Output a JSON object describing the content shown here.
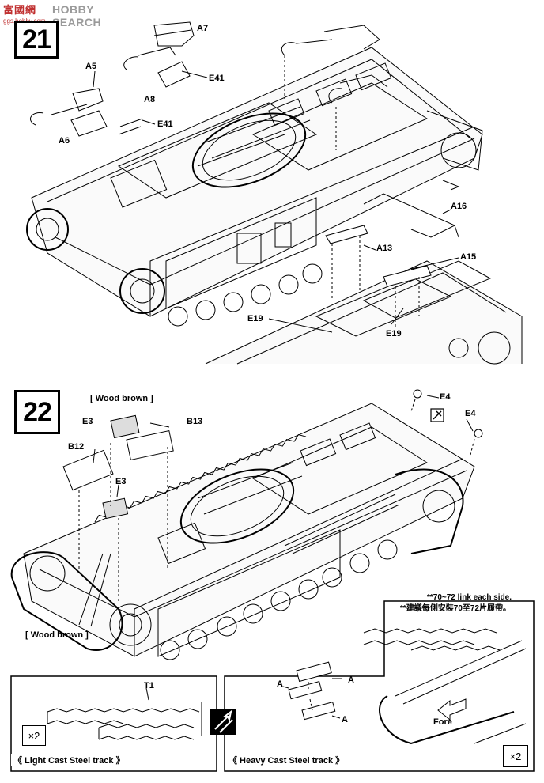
{
  "watermark": {
    "logo": "富國網",
    "brand": "HOBBY SEARCH",
    "url": "ggs.hobby.com"
  },
  "step21": {
    "number": "21",
    "labels": {
      "a7": "A7",
      "a5": "A5",
      "e41_top": "E41",
      "a8": "A8",
      "e41_left": "E41",
      "a6": "A6",
      "a16": "A16",
      "a13": "A13",
      "a15": "A15",
      "e19_left": "E19",
      "e19_right": "E19"
    }
  },
  "step22": {
    "number": "22",
    "paint_top": "[ Wood brown ]",
    "paint_bottom": "[ Wood brown ]",
    "labels": {
      "e3_top": "E3",
      "b13": "B13",
      "b12": "B12",
      "e3_mid": "E3",
      "e4_top": "E4",
      "e4_right": "E4"
    },
    "note_en": "**70~72 link each side.",
    "note_zh": "**建議每側安裝70至72片履帶。"
  },
  "light_track": {
    "label_t1": "T1",
    "multiplier": "×2",
    "caption": "《 Light Cast Steel track 》"
  },
  "heavy_track": {
    "label_a1": "A",
    "label_a2": "A",
    "label_a3": "A",
    "fore": "Fore",
    "multiplier": "×2",
    "caption": "《 Heavy Cast Steel track 》"
  },
  "icons": [
    "refer-icon",
    "cement-caution-icon"
  ]
}
